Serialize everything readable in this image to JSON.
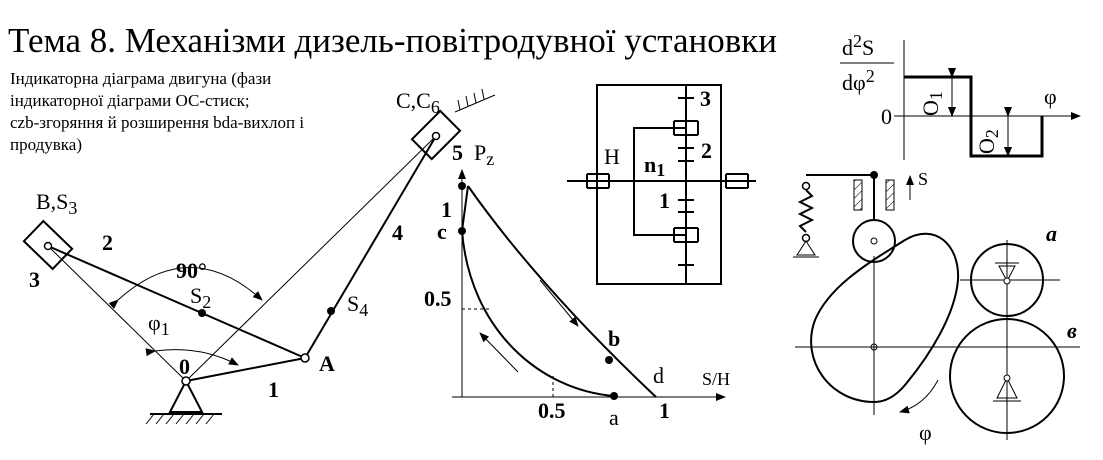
{
  "title": "Тема 8. Механізми дизель-повітродувної установки",
  "note_lines": [
    "Індикаторна діаграма двигуна (фази",
    "індикаторної діаграми ОС-стиск;",
    "czb-згоряння й розширення bda-вихлоп і",
    "продувка)"
  ],
  "linkage": {
    "label_BS3": "B,S",
    "sub_3": "3",
    "label_CC6": "C,C",
    "sub_6": "6",
    "label_angle": "90°",
    "label_phi1": "φ",
    "sub_1": "1",
    "label_S2": "S",
    "sub_2": "2",
    "label_S4": "S",
    "sub_4": "4",
    "label_A": "A",
    "label_0": "0",
    "link_1": "1",
    "link_2": "2",
    "link_3": "3",
    "link_4": "4"
  },
  "indicator": {
    "label_5": "5",
    "label_Pz": "P",
    "sub_z": "z",
    "label_1y": "1",
    "label_c": "c",
    "label_05y": "0.5",
    "label_b": "b",
    "label_d": "d",
    "label_SH": "S/H",
    "label_05x": "0.5",
    "label_a": "a",
    "label_1x": "1"
  },
  "gearbox": {
    "label_H": "H",
    "label_n1": "n",
    "sub_n1": "1",
    "gear_3": "3",
    "gear_2": "2",
    "gear_1": "1"
  },
  "accel": {
    "num": "d",
    "num_sup": "2",
    "num_S": "S",
    "den": "dφ",
    "den_sup": "2",
    "zero": "0",
    "phi": "φ",
    "O1": "O",
    "O1_sub": "1",
    "O2": "O",
    "O2_sub": "2"
  },
  "cam": {
    "label_S": "S",
    "label_a": "а",
    "label_v": "в",
    "label_phi": "φ"
  }
}
